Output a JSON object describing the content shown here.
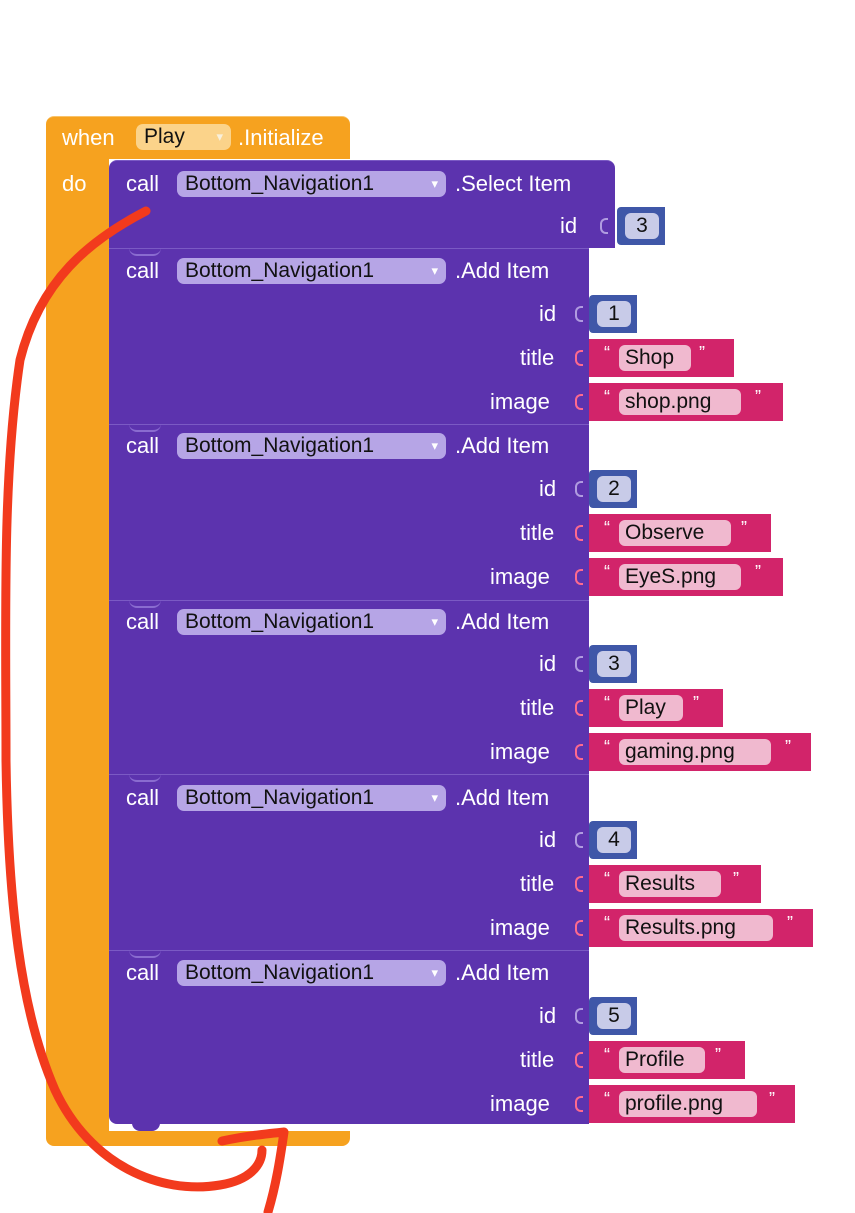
{
  "event": {
    "when_label": "when",
    "component": "Play",
    "event_name": ".Initialize",
    "do_label": "do"
  },
  "dropdown_arrow": "▾",
  "quote_open": "“",
  "quote_close": "”",
  "calls": [
    {
      "call_label": "call",
      "component": "Bottom_Navigation1",
      "method": ".Select Item",
      "params": [
        {
          "label": "id",
          "kind": "number",
          "value": "3"
        }
      ]
    },
    {
      "call_label": "call",
      "component": "Bottom_Navigation1",
      "method": ".Add Item",
      "params": [
        {
          "label": "id",
          "kind": "number",
          "value": "1"
        },
        {
          "label": "title",
          "kind": "text",
          "value": "Shop"
        },
        {
          "label": "image",
          "kind": "text",
          "value": "shop.png"
        }
      ]
    },
    {
      "call_label": "call",
      "component": "Bottom_Navigation1",
      "method": ".Add Item",
      "params": [
        {
          "label": "id",
          "kind": "number",
          "value": "2"
        },
        {
          "label": "title",
          "kind": "text",
          "value": "Observe"
        },
        {
          "label": "image",
          "kind": "text",
          "value": "EyeS.png"
        }
      ]
    },
    {
      "call_label": "call",
      "component": "Bottom_Navigation1",
      "method": ".Add Item",
      "params": [
        {
          "label": "id",
          "kind": "number",
          "value": "3"
        },
        {
          "label": "title",
          "kind": "text",
          "value": "Play"
        },
        {
          "label": "image",
          "kind": "text",
          "value": "gaming.png"
        }
      ]
    },
    {
      "call_label": "call",
      "component": "Bottom_Navigation1",
      "method": ".Add Item",
      "params": [
        {
          "label": "id",
          "kind": "number",
          "value": "4"
        },
        {
          "label": "title",
          "kind": "text",
          "value": "Results"
        },
        {
          "label": "image",
          "kind": "text",
          "value": "Results.png"
        }
      ]
    },
    {
      "call_label": "call",
      "component": "Bottom_Navigation1",
      "method": ".Add Item",
      "params": [
        {
          "label": "id",
          "kind": "number",
          "value": "5"
        },
        {
          "label": "title",
          "kind": "text",
          "value": "Profile"
        },
        {
          "label": "image",
          "kind": "text",
          "value": "profile.png"
        }
      ]
    }
  ],
  "colors": {
    "event_block": "#f6a21f",
    "call_block": "#5c33ae",
    "number_block": "#3f57a8",
    "text_block": "#d2246a",
    "annotation_stroke": "#f23a1d"
  }
}
